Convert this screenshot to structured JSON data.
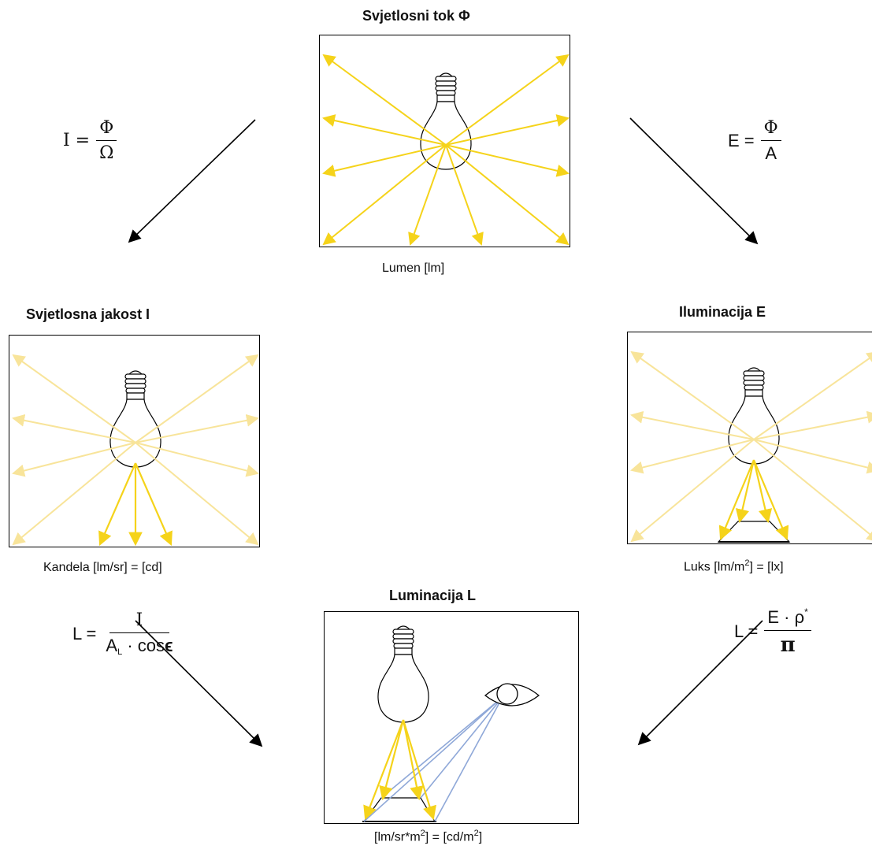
{
  "flux": {
    "title": "Svjetlosni tok Φ",
    "unit": "Lumen  [lm]"
  },
  "intensity": {
    "title": "Svjetlosna jakost I",
    "unit": "Kandela [lm/sr] = [cd]"
  },
  "illuminance": {
    "title": "Iluminacija E",
    "unit_pre": "Luks [lm/m",
    "unit_sup": "2",
    "unit_post": "] = [lx]"
  },
  "luminance": {
    "title": "Luminacija L",
    "unit_pre": "[lm/sr*m",
    "unit_sup1": "2",
    "unit_mid": "] = [cd/m",
    "unit_sup2": "2",
    "unit_post": "]"
  },
  "formula_I": {
    "lhs": "I =",
    "num": "Φ",
    "den": "Ω"
  },
  "formula_E": {
    "lhs": "E =",
    "num": "Φ",
    "den": "A"
  },
  "formula_L_from_I": {
    "lhs": "L =",
    "num": "I",
    "den_main": "A",
    "den_sub": "L",
    "den_rest": " · cos",
    "den_sym": "ϵ"
  },
  "formula_L_from_E": {
    "lhs": "L =",
    "num_main": "E · ρ",
    "num_sup": "*",
    "den": "π"
  },
  "colors": {
    "ray": "#f5d31a",
    "ray_faded": "#f8e49a",
    "sight_line": "#8fa8d8",
    "stroke": "#000000"
  }
}
